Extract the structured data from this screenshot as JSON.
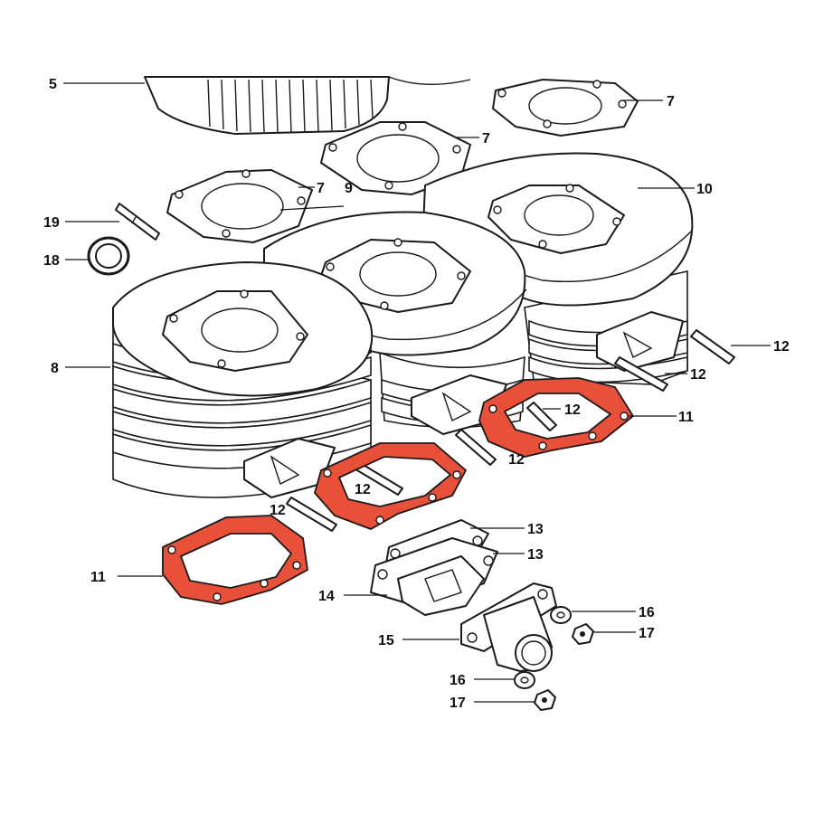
{
  "colors": {
    "gasket": "#e8503a",
    "ink": "#1a1a1a",
    "background": "#ffffff"
  },
  "callouts": [
    {
      "id": "c5",
      "text": "5"
    },
    {
      "id": "c7a",
      "text": "7"
    },
    {
      "id": "c7b",
      "text": "7"
    },
    {
      "id": "c7c",
      "text": "7"
    },
    {
      "id": "c9",
      "text": "9"
    },
    {
      "id": "c10",
      "text": "10"
    },
    {
      "id": "c19",
      "text": "19"
    },
    {
      "id": "c18",
      "text": "18"
    },
    {
      "id": "c8",
      "text": "8"
    },
    {
      "id": "c12a",
      "text": "12"
    },
    {
      "id": "c12b",
      "text": "12"
    },
    {
      "id": "c12c",
      "text": "12"
    },
    {
      "id": "c12d",
      "text": "12"
    },
    {
      "id": "c12e",
      "text": "12"
    },
    {
      "id": "c12f",
      "text": "12"
    },
    {
      "id": "c11a",
      "text": "11"
    },
    {
      "id": "c11b",
      "text": "11"
    },
    {
      "id": "c13a",
      "text": "13"
    },
    {
      "id": "c13b",
      "text": "13"
    },
    {
      "id": "c14",
      "text": "14"
    },
    {
      "id": "c15",
      "text": "15"
    },
    {
      "id": "c16a",
      "text": "16"
    },
    {
      "id": "c16b",
      "text": "16"
    },
    {
      "id": "c17a",
      "text": "17"
    },
    {
      "id": "c17b",
      "text": "17"
    }
  ]
}
